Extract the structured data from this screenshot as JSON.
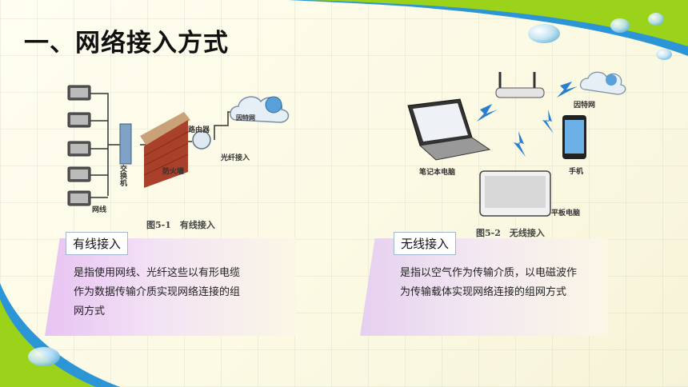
{
  "title": "一、网络接入方式",
  "wired_figure": {
    "caption": "图5-1　有线接入",
    "labels": {
      "switch": "交换机",
      "firewall": "防火墙",
      "router": "路由器",
      "fiber": "光纤接入",
      "internet": "因特网",
      "cable": "网线"
    }
  },
  "wireless_figure": {
    "caption": "图5-2　无线接入",
    "labels": {
      "internet": "因特网",
      "laptop": "笔记本电脑",
      "phone": "手机",
      "tablet": "平板电脑"
    }
  },
  "wired_panel": {
    "tag": "有线接入",
    "text_lines": [
      "是指使用网线、光纤这些以有形电缆",
      "作为数据传输介质实现网络连接的组",
      "网方式"
    ]
  },
  "wireless_panel": {
    "tag": "无线接入",
    "text_lines": [
      "是指以空气作为传输介质，以电磁波作",
      "为传输载体实现网络连接的组网方式"
    ]
  },
  "colors": {
    "top_swoosh_green": "#9bd31a",
    "top_swoosh_blue": "#2b95d6",
    "wired_panel_from": "#e8c3f3",
    "wireless_panel_from": "#e6cff0",
    "tag_border": "#9fb7d0"
  }
}
